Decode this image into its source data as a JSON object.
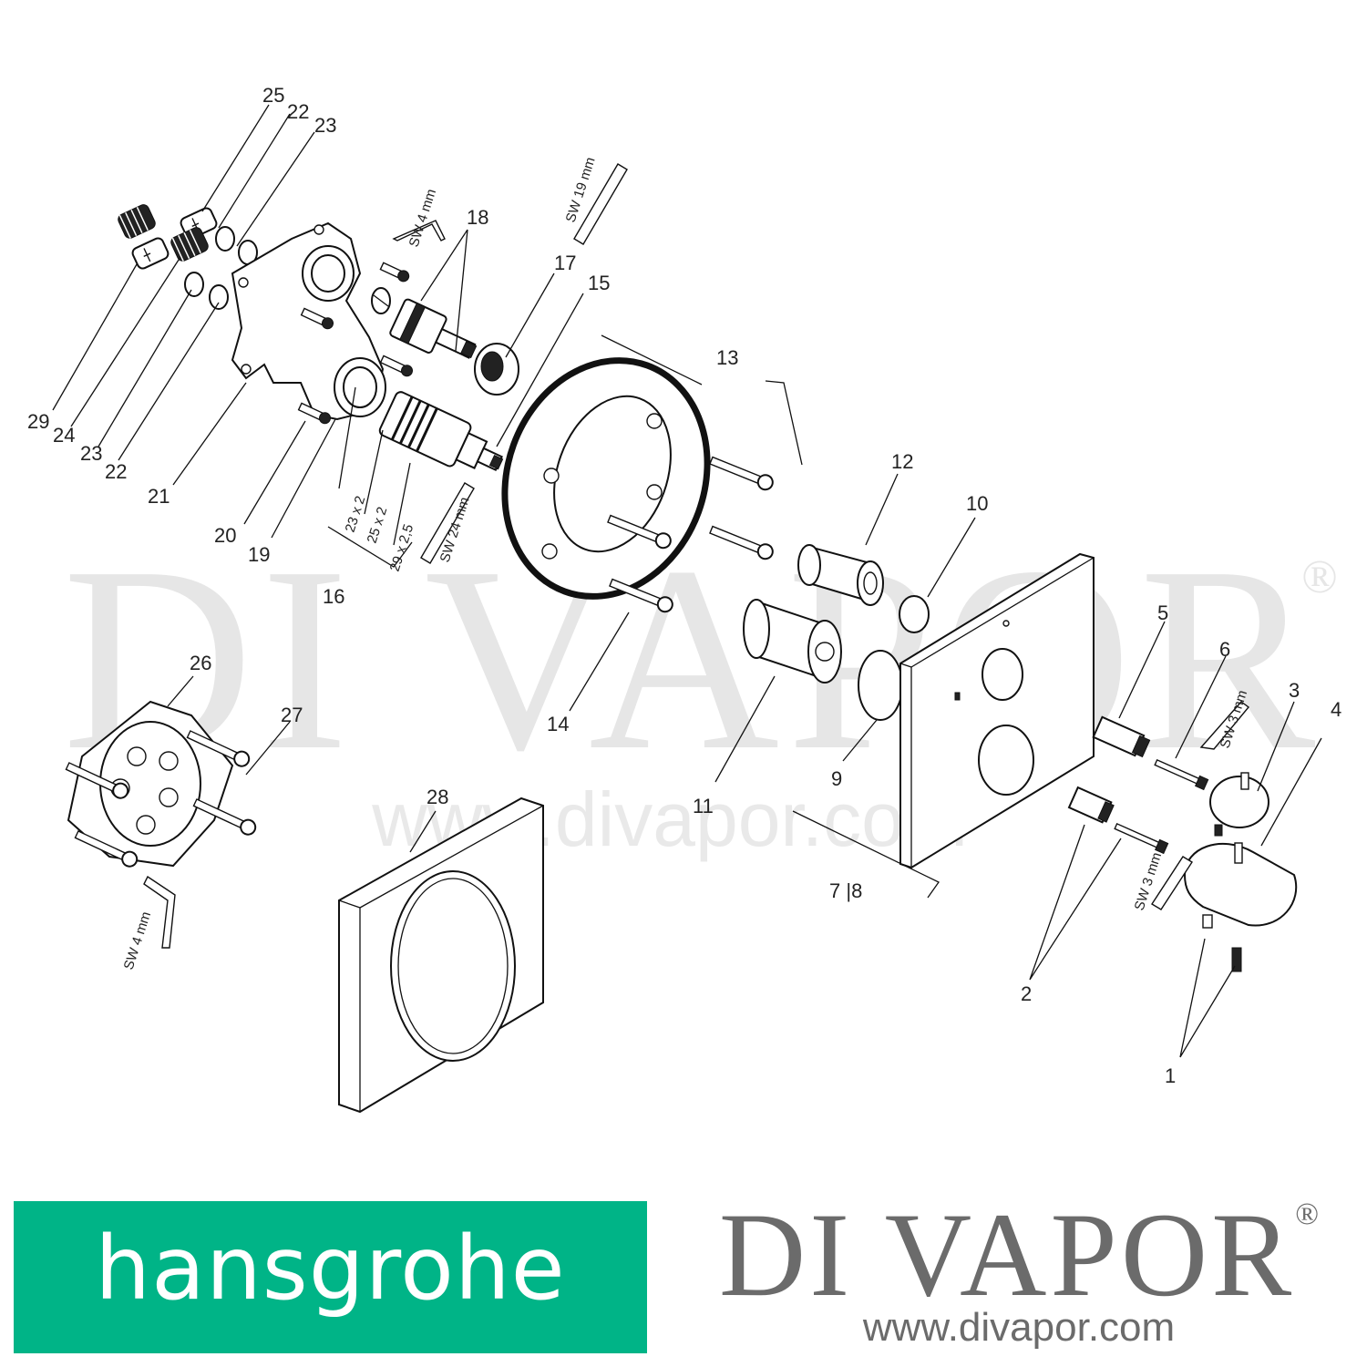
{
  "watermark": {
    "name": "DI VAPOR",
    "reg": "®",
    "url": "www.divapor.com"
  },
  "callouts": [
    {
      "id": "c25",
      "text": "25"
    },
    {
      "id": "c22a",
      "text": "22"
    },
    {
      "id": "c23a",
      "text": "23"
    },
    {
      "id": "c18",
      "text": "18"
    },
    {
      "id": "c17",
      "text": "17"
    },
    {
      "id": "c15",
      "text": "15"
    },
    {
      "id": "c13",
      "text": "13"
    },
    {
      "id": "c29",
      "text": "29"
    },
    {
      "id": "c24",
      "text": "24"
    },
    {
      "id": "c23b",
      "text": "23"
    },
    {
      "id": "c22b",
      "text": "22"
    },
    {
      "id": "c21",
      "text": "21"
    },
    {
      "id": "c20",
      "text": "20"
    },
    {
      "id": "c19",
      "text": "19"
    },
    {
      "id": "c16",
      "text": "16"
    },
    {
      "id": "c12",
      "text": "12"
    },
    {
      "id": "c10",
      "text": "10"
    },
    {
      "id": "c14",
      "text": "14"
    },
    {
      "id": "c11",
      "text": "11"
    },
    {
      "id": "c9",
      "text": "9"
    },
    {
      "id": "c5",
      "text": "5"
    },
    {
      "id": "c6",
      "text": "6"
    },
    {
      "id": "c3",
      "text": "3"
    },
    {
      "id": "c4",
      "text": "4"
    },
    {
      "id": "c78",
      "text": "7 |8"
    },
    {
      "id": "c2",
      "text": "2"
    },
    {
      "id": "c1",
      "text": "1"
    },
    {
      "id": "c26",
      "text": "26"
    },
    {
      "id": "c27",
      "text": "27"
    },
    {
      "id": "c28",
      "text": "28"
    }
  ],
  "tool_labels": {
    "sw4_top": "SW 4 mm",
    "sw19": "SW 19 mm",
    "sw24": "SW 24 mm",
    "sw3_top": "SW 3 mm",
    "sw3_bottom": "SW 3 mm",
    "sw4_bottom": "SW 4 mm"
  },
  "oring_sizes": [
    "23 x 2",
    "25 x 2",
    "29 x 2,5"
  ],
  "brand": {
    "name": "hansgrohe",
    "color": "#00b487"
  },
  "dealer": {
    "name": "DI VAPOR",
    "reg": "®",
    "url": "www.divapor.com",
    "color": "#6b6b6b"
  }
}
